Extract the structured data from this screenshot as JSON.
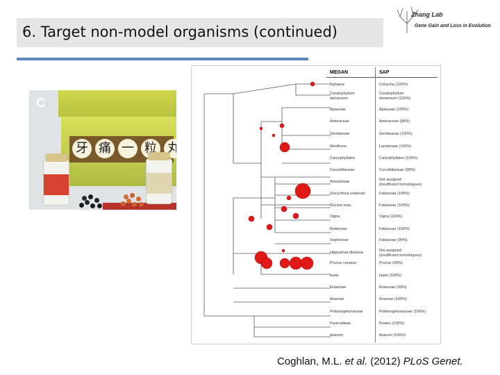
{
  "slide": {
    "title": "6. Target non-model organisms (continued)"
  },
  "logo": {
    "name": "Zhang Lab",
    "tagline": "Gene Gain and Loss in Evolution"
  },
  "photo": {
    "panel_letter": "C",
    "box_characters": [
      "牙",
      "痛",
      "一",
      "粒",
      "丸"
    ]
  },
  "figure": {
    "header_megan": "MEGAN",
    "header_sap": "SAP",
    "rows": [
      {
        "megan": "Sphaera",
        "sap": "Cohecha (100%)"
      },
      {
        "megan": "Ceratophyllum",
        "sap": "Ceratophyllum"
      },
      {
        "megan": "demersum",
        "sap": "demersum (100%)"
      },
      {
        "megan": "Apiaceae",
        "sap": "Apiaceae (100%)"
      },
      {
        "megan": "Asteraceae",
        "sap": "Asteraceae (98%)"
      },
      {
        "megan": "Gentianeae",
        "sap": "Gentianeae (100%)"
      },
      {
        "megan": "Menthese",
        "sap": "Lamiaceae (100%)"
      },
      {
        "megan": "Caryophyllales",
        "sap": "Caryophyllales (100%)"
      },
      {
        "megan": "Cucurbitaceae",
        "sap": "Cucurbitaceae (99%)"
      },
      {
        "megan": "Amorpheae",
        "sap": "Not assigned"
      },
      {
        "megan": "",
        "sap": "(insufficient homologues)"
      },
      {
        "megan": "Glycyrrhiza uralensis",
        "sap": "Fabaceae (100%)"
      },
      {
        "megan": "Glycine max",
        "sap": "Fabaceae (100%)"
      },
      {
        "megan": "Vigna",
        "sap": "Vigna (100%)"
      },
      {
        "megan": "Robinieae",
        "sap": "Fabaceae (100%)"
      },
      {
        "megan": "Sophoreae",
        "sap": "Fabaceae (99%)"
      },
      {
        "megan": "Hippophae tibetana",
        "sap": "Not assigned"
      },
      {
        "megan": "",
        "sap": "(insufficient homologues)"
      },
      {
        "megan": "Prunus cerasus",
        "sap": "Prunus (99%)"
      },
      {
        "megan": "Isatis",
        "sap": "Isatis (100%)"
      },
      {
        "megan": "Rutaceae",
        "sap": "Rutaceae (99%)"
      },
      {
        "megan": "Araceae",
        "sap": "Araceae (100%)"
      },
      {
        "megan": "Potamogetonaceae",
        "sap": "Potamogetonaceae (100%)"
      },
      {
        "megan": "Panicoideae",
        "sap": "Poales (100%)"
      },
      {
        "megan": "Asarum",
        "sap": "Asarum (100%)"
      }
    ]
  },
  "citation": {
    "before": "Coghlan, M.L. ",
    "et_al": "et al.",
    "year": " (2012) ",
    "journal": "PLoS Genet."
  }
}
